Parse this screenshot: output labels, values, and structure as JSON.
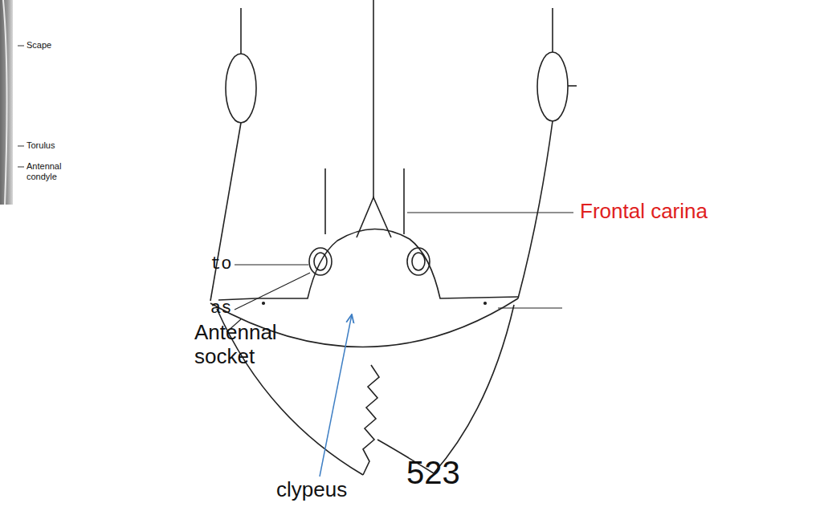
{
  "diagram": {
    "labels": [
      "Scape",
      "Torulus",
      "Antennal condyle",
      "Frontal carina",
      "to",
      "as",
      "Antennal socket",
      "clypeus",
      "523"
    ]
  }
}
